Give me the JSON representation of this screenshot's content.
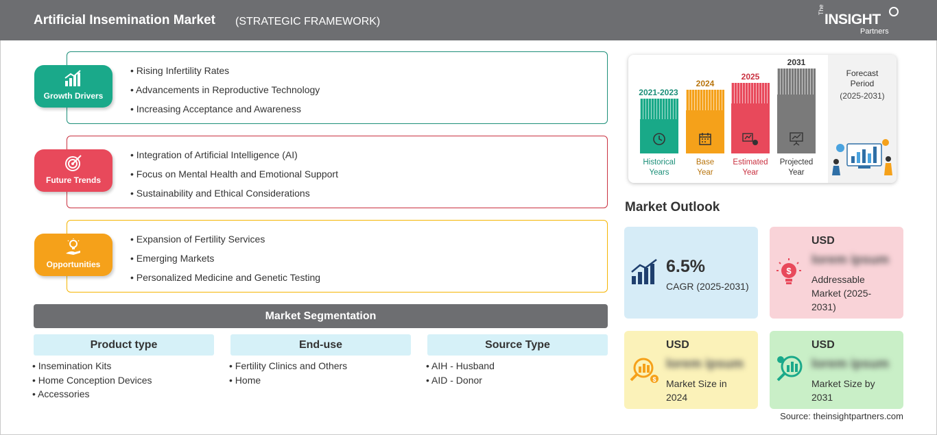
{
  "header": {
    "title": "Artificial Insemination Market",
    "subtitle": "(STRATEGIC FRAMEWORK)",
    "logo": {
      "the": "The",
      "insight": "INSIGHT",
      "partners": "Partners"
    }
  },
  "framework": [
    {
      "badge": "Growth Drivers",
      "color": "#1aa98a",
      "border": "#1b8e78",
      "icon": "growth-chart-icon",
      "items": [
        "Rising Infertility Rates",
        "Advancements in Reproductive Technology",
        "Increasing Acceptance and Awareness"
      ]
    },
    {
      "badge": "Future Trends",
      "color": "#e8495b",
      "border": "#c9303f",
      "icon": "target-icon",
      "items": [
        "Integration of Artificial Intelligence (AI)",
        "Focus on Mental Health and Emotional Support",
        "Sustainability and Ethical Considerations"
      ]
    },
    {
      "badge": "Opportunities",
      "color": "#f5a11a",
      "border": "#f5b400",
      "icon": "lightbulb-hand-icon",
      "items": [
        "Expansion of Fertility Services",
        "Emerging Markets",
        "Personalized Medicine and Genetic Testing"
      ]
    }
  ],
  "segmentation": {
    "title": "Market Segmentation",
    "columns": [
      {
        "header": "Product type",
        "items": [
          "Insemination Kits",
          "Home Conception Devices",
          "Accessories"
        ]
      },
      {
        "header": "End-use",
        "items": [
          "Fertility Clinics and Others",
          "Home"
        ]
      },
      {
        "header": "Source Type",
        "items": [
          "AIH - Husband",
          "AID - Donor"
        ]
      }
    ]
  },
  "timeline": {
    "forecast_label": "Forecast Period",
    "forecast_range": "(2025-2031)",
    "columns": [
      {
        "year": "2021-2023",
        "caption1": "Historical",
        "caption2": "Years",
        "color": "#19a988",
        "text_color": "#1b8e78",
        "icon": "history-icon"
      },
      {
        "year": "2024",
        "caption1": "Base",
        "caption2": "Year",
        "color": "#f5a11a",
        "text_color": "#b8740c",
        "icon": "calendar-icon"
      },
      {
        "year": "2025",
        "caption1": "Estimated",
        "caption2": "Year",
        "color": "#e8495b",
        "text_color": "#c9303f",
        "icon": "estimate-icon"
      },
      {
        "year": "2031",
        "caption1": "Projected",
        "caption2": "Year",
        "color": "#7a7a7a",
        "text_color": "#333333",
        "icon": "presentation-icon"
      }
    ]
  },
  "outlook": {
    "title": "Market Outlook",
    "cagr": {
      "value": "6.5%",
      "label": "CAGR (2025-2031)",
      "bg": "#d6ecf7"
    },
    "addressable": {
      "usd": "USD",
      "value": "lorem ipsum",
      "label": "Addressable Market (2025-2031)",
      "bg": "#f9d3d8"
    },
    "size_2024": {
      "usd": "USD",
      "value": "lorem ipsum",
      "label": "Market Size in 2024",
      "bg": "#fbf2b9"
    },
    "size_2031": {
      "usd": "USD",
      "value": "lorem ipsum",
      "label": "Market Size by 2031",
      "bg": "#c9efc7"
    }
  },
  "source": "Source: theinsightpartners.com"
}
